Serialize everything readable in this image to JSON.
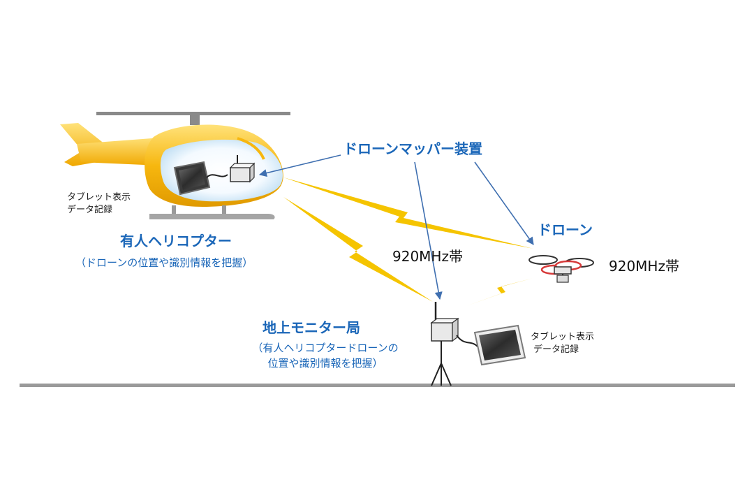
{
  "labels": {
    "mapper_device": "ドローンマッパー装置",
    "drone": "ドローン",
    "heli_title": "有人ヘリコプター",
    "heli_sub": "（ドローンの位置や識別情報を把握）",
    "heli_tablet_line1": "タブレット表示",
    "heli_tablet_line2": "データ記録",
    "band_left": "920MHz帯",
    "band_right": "920MHz帯",
    "ground_title": "地上モニター局",
    "ground_sub_line1": "（有人ヘリコプタードローンの",
    "ground_sub_line2": "位置や識別情報を把握）",
    "ground_tablet_line1": "タブレット表示",
    "ground_tablet_line2": "データ記録"
  },
  "colors": {
    "heli_body": "#f7b70f",
    "heli_body_light": "#ffe27a",
    "lightning": "#f5c400",
    "arrow_line": "#3f6fb0",
    "label_blue": "#1a66b8",
    "ground_line": "#9a9a9a",
    "drone_rotor_red": "#d63a3a"
  }
}
